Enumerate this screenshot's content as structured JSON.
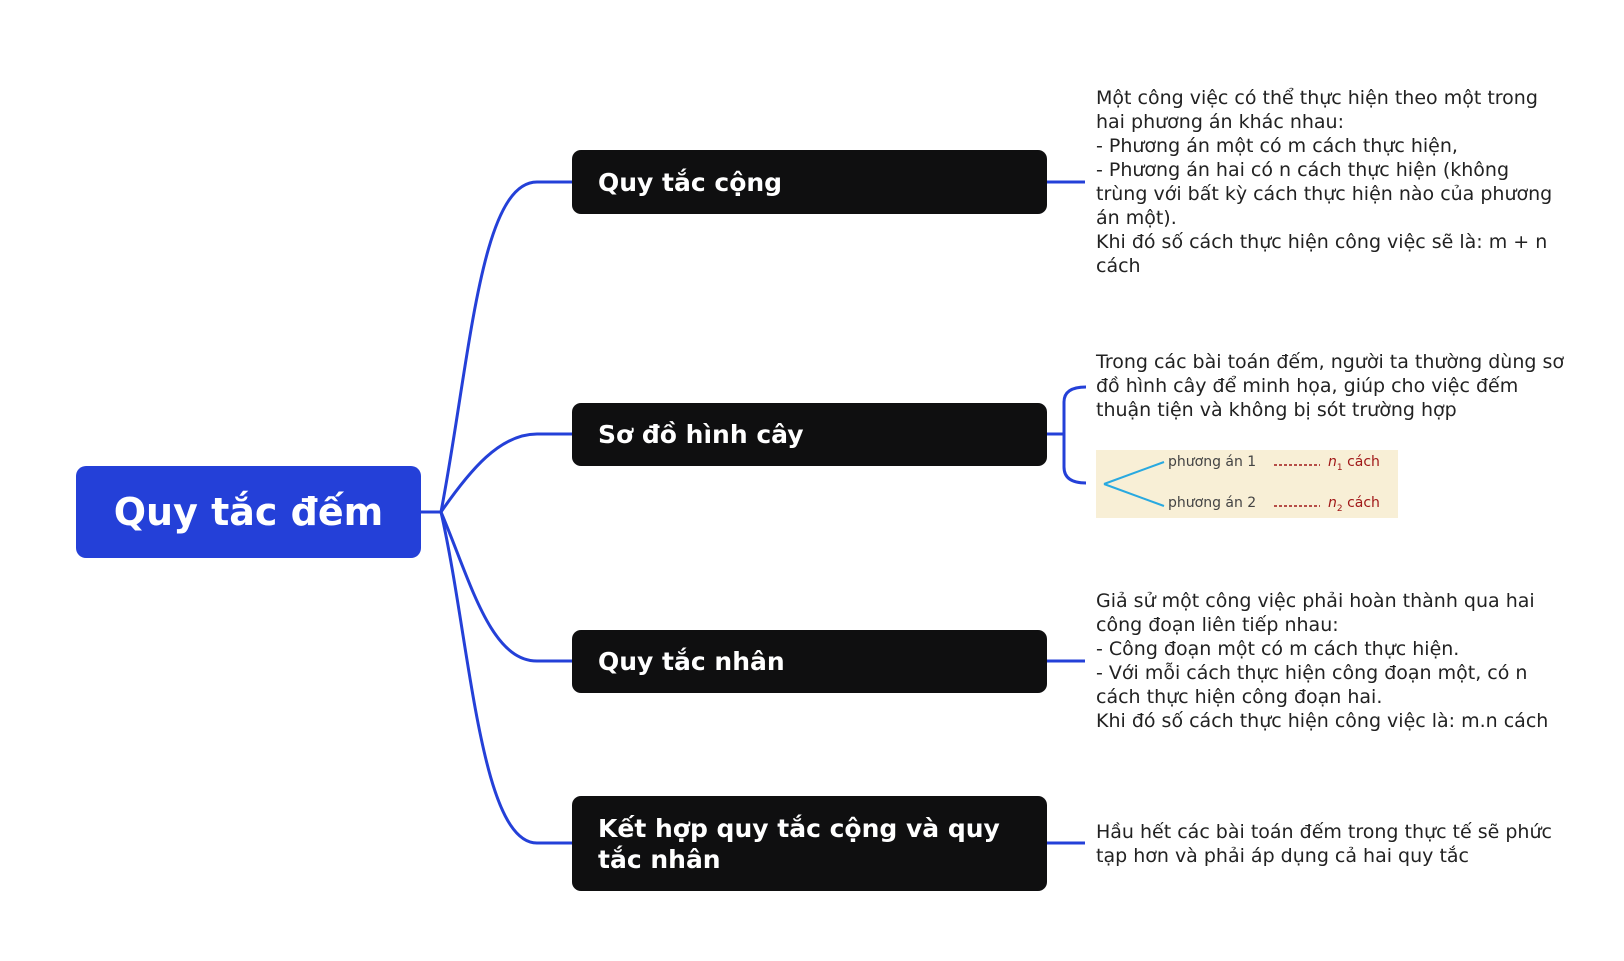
{
  "root": {
    "label": "Quy tắc đếm"
  },
  "colors": {
    "root_fill": "#2440d8",
    "branch_fill": "#0f0f10",
    "connector": "#2440d8"
  },
  "branches": [
    {
      "label": "Quy tắc cộng",
      "note": "Một công việc có thể thực hiện theo một trong hai phương án khác nhau:\n- Phương án một có m cách thực hiện,\n- Phương án hai có n cách thực hiện (không trùng với bất kỳ cách thực hiện nào của phương án một).\nKhi đó số cách thực hiện công việc sẽ là: m + n cách"
    },
    {
      "label": "Sơ đồ hình cây",
      "note": "Trong các bài toán đếm, người ta thường dùng sơ đồ hình cây để minh họa, giúp cho việc đếm thuận tiện và không bị sót trường hợp",
      "tree": {
        "option1": "phương án 1",
        "option2": "phương án 2",
        "var1": "n",
        "sub1": "1",
        "var2": "n",
        "sub2": "2",
        "unit": "cách"
      }
    },
    {
      "label": "Quy tắc nhân",
      "note": "Giả sử một công việc phải hoàn thành qua hai công đoạn liên tiếp nhau:\n- Công đoạn một có m cách thực hiện.\n- Với mỗi cách thực hiện công đoạn một, có n cách thực hiện công đoạn hai.\nKhi đó số cách thực hiện công việc là: m.n cách"
    },
    {
      "label": "Kết hợp quy tắc cộng và quy tắc nhân",
      "note": "Hầu hết các bài toán đếm trong thực tế sẽ phức tạp hơn và phải áp dụng cả hai quy tắc"
    }
  ]
}
